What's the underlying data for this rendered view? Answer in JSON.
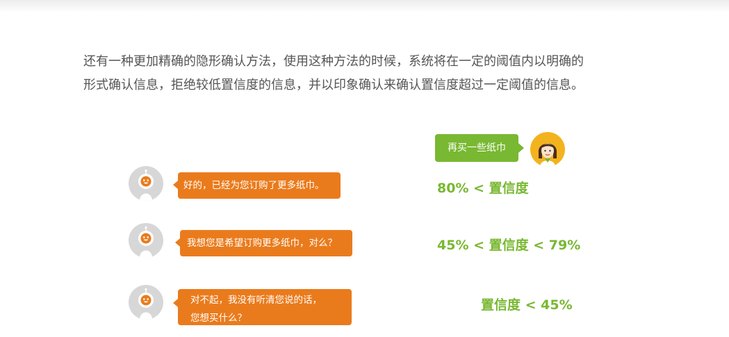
{
  "intro": {
    "line1": "还有一种更加精确的隐形确认方法，使用这种方法的时候，系统将在一定的阈值内以明确的",
    "line2": "形式确认信息，拒绝较低置信度的信息，并以印象确认来确认置信度超过一定阈值的信息。"
  },
  "user": {
    "message": "再买一些纸巾",
    "avatar_icon": "woman-avatar-icon"
  },
  "bot": {
    "avatar_icon": "robot-avatar-icon",
    "responses": [
      {
        "text": "好的，已经为您订购了更多纸巾。",
        "confidence": "80% < 置信度"
      },
      {
        "text": "我想您是希望订购更多纸巾，对么？",
        "confidence": "45% < 置信度 < 79%"
      },
      {
        "line1": "对不起，我没有听清您说的话，",
        "line2": "您想买什么？",
        "confidence": "置信度 < 45%"
      }
    ]
  },
  "colors": {
    "green": "#79b832",
    "orange": "#ea7b1c",
    "avatar_yellow": "#f3b31f",
    "text_gray": "#555555"
  }
}
